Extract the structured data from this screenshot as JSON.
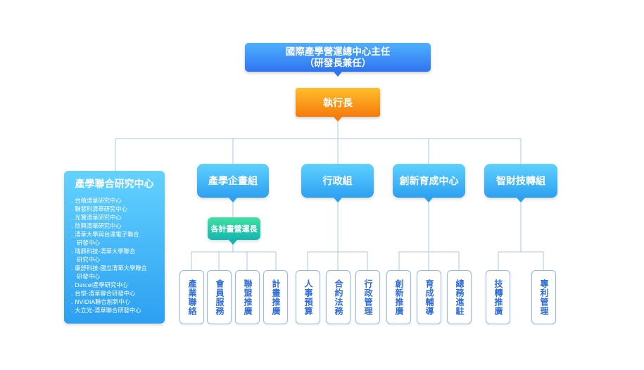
{
  "top": {
    "line1": "國際產學營運總中心主任",
    "line2": "（研發長兼任）"
  },
  "ceo": "執行長",
  "lab_center": {
    "title": "產學聯合研究中心",
    "items": [
      ". 台積清華研究中心",
      ". 聯發科清華研究中心",
      ". 光寶清華研究中心",
      ". 欣興清華研究中心",
      ". 清華大學與台達電子聯合",
      "   研發中心",
      ". 瑞鼎科技-清華大學聯合",
      "   研究中心",
      ". 康舒科技-國立清華大學聯合",
      "   研發中心",
      ". Daicel產學研究中心",
      ". 台塑-清華聯合研發中心",
      ". NVIDIA聯合創新中心",
      ". 大立光-清華聯合研發中心"
    ]
  },
  "groups": {
    "planning": "產學企畫組",
    "admin": "行政組",
    "innovation": "創新育成中心",
    "ip": "智財技轉組"
  },
  "sub": "各計畫營運長",
  "leaves": {
    "planning": [
      "產業聯絡",
      "會員服務",
      "聯盟推廣",
      "計畫推廣"
    ],
    "admin": [
      "人事預算",
      "合約法務",
      "行政管理"
    ],
    "innovation": [
      "創新推廣",
      "育成輔導",
      "總務進駐"
    ],
    "ip": [
      "技轉推廣",
      "專利管理"
    ]
  },
  "colors": {
    "top": "#2f74f0",
    "ceo": "#f57a0c",
    "group": "#2da1f2",
    "sub": "#14b7b0",
    "leaf_text": "#2f6dd8",
    "line": "#a9c4e8"
  }
}
